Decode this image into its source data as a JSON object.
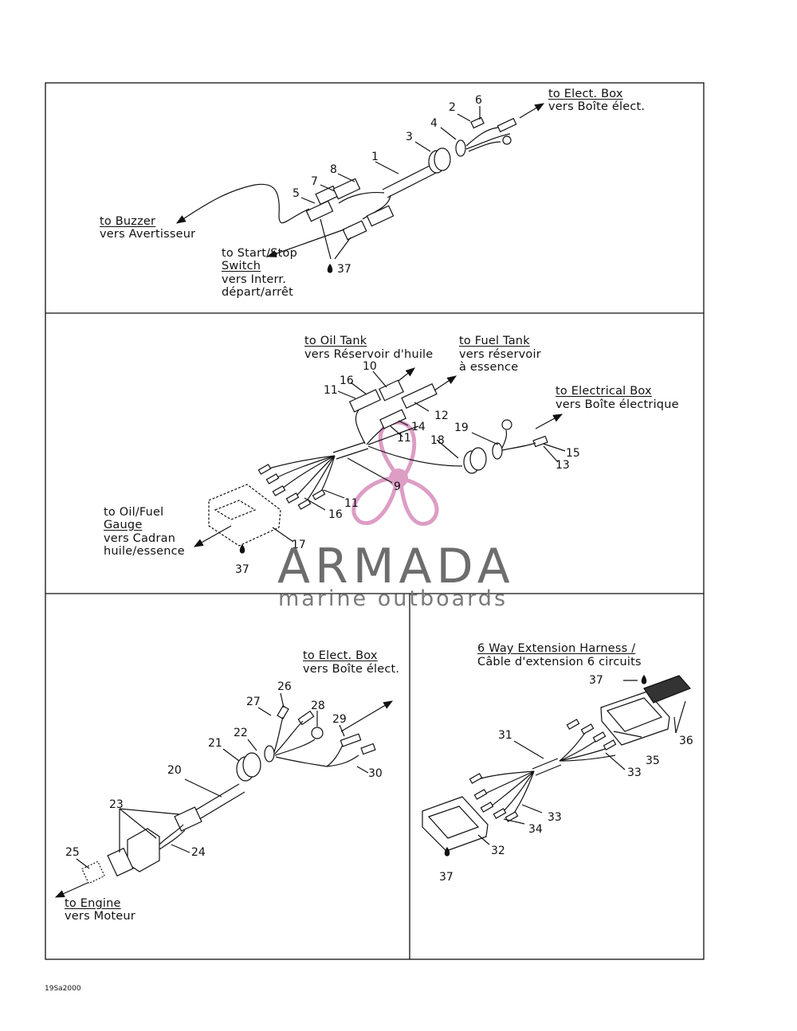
{
  "panel1": {
    "labels": {
      "elect_box_en": "to Elect. Box",
      "elect_box_fr": "vers Boîte élect.",
      "buzzer_en": "to Buzzer",
      "buzzer_fr": "vers Avertisseur",
      "startstop_en1": "to Start/Stop",
      "startstop_en2": "Switch",
      "startstop_fr1": "vers Interr.",
      "startstop_fr2": "départ/arrêt"
    },
    "callouts": [
      "1",
      "2",
      "3",
      "4",
      "5",
      "6",
      "7",
      "8",
      "37"
    ]
  },
  "panel2": {
    "labels": {
      "oil_tank_en": "to Oil Tank",
      "oil_tank_fr": "vers Réservoir d'huile",
      "fuel_tank_en": "to Fuel Tank",
      "fuel_tank_fr1": "vers réservoir",
      "fuel_tank_fr2": "à essence",
      "elec_box_en": "to Electrical Box",
      "elec_box_fr": "vers Boîte électrique",
      "gauge_en1": "to Oil/Fuel",
      "gauge_en2": "Gauge",
      "gauge_fr1": "vers Cadran",
      "gauge_fr2": "huile/essence"
    },
    "callouts": [
      "9",
      "10",
      "11",
      "11",
      "11",
      "12",
      "13",
      "14",
      "15",
      "16",
      "16",
      "17",
      "18",
      "19",
      "37"
    ]
  },
  "panel3": {
    "labels": {
      "elect_box_en": "to Elect. Box",
      "elect_box_fr": "vers Boîte élect.",
      "engine_en": "to Engine",
      "engine_fr": "vers Moteur"
    },
    "callouts": [
      "20",
      "21",
      "22",
      "23",
      "24",
      "25",
      "26",
      "27",
      "28",
      "29",
      "30"
    ]
  },
  "panel4": {
    "labels": {
      "harness_en": "6 Way Extension Harness /",
      "harness_fr": "Câble d'extension 6 circuits"
    },
    "callouts": [
      "31",
      "32",
      "33",
      "33",
      "34",
      "35",
      "36",
      "37",
      "37"
    ]
  },
  "figure_code": "19Sa2000",
  "watermark": {
    "title": "ARMADA",
    "subtitle": "marine outboards",
    "logo_color": "#d88cbc",
    "text_color": "#6d6d6d"
  }
}
